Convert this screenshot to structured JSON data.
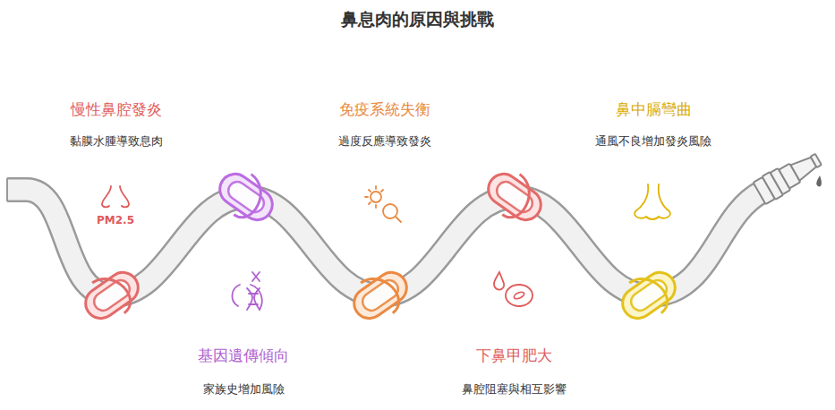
{
  "diagram": {
    "title": "鼻息肉的原因與挑戰",
    "labels": [
      "慢性鼻腔發炎",
      "黏膜水腫導致息肉",
      "PM2.5",
      "免疫系統失衡",
      "過度反應導致發炎",
      "鼻中膈彎曲",
      "通風不良增加發炎風險",
      "基因遺傳傾向",
      "家族史增加風險",
      "下鼻甲肥大",
      "鼻腔阻塞與相互影響"
    ]
  }
}
